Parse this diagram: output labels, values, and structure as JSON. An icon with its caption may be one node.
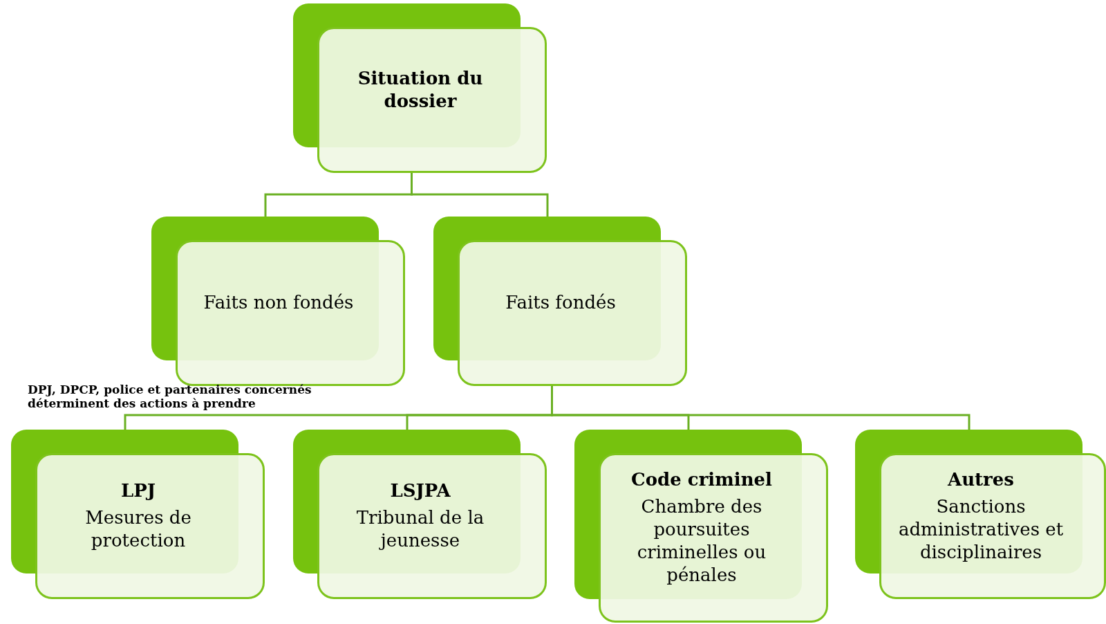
{
  "diagram": {
    "nodes": [
      {
        "text": [
          "Situation du dossier"
        ]
      },
      {
        "text": [
          "Faits non fondés"
        ]
      },
      {
        "text": [
          "Faits fondés"
        ]
      },
      {
        "text": [
          "LPJ",
          "Mesures de protection"
        ]
      },
      {
        "text": [
          "LSJPA",
          "Tribunal de la jeunesse"
        ]
      },
      {
        "text": [
          "Code criminel",
          "Chambre des poursuites criminelles ou pénales"
        ]
      },
      {
        "text": [
          "Autres",
          "Sanctions administratives et disciplinaires"
        ]
      }
    ],
    "edges": [
      {
        "from": 0,
        "to": 1,
        "arrow": "none"
      },
      {
        "from": 0,
        "to": 2,
        "arrow": "none"
      },
      {
        "from": 2,
        "to": 3,
        "arrow": "none"
      },
      {
        "from": 2,
        "to": 4,
        "arrow": "none"
      },
      {
        "from": 2,
        "to": 5,
        "arrow": "none"
      },
      {
        "from": 2,
        "to": 6,
        "arrow": "none"
      }
    ],
    "labels": [
      "DPJ, DPCP, police et partenaires concernés déterminent des actions à prendre"
    ]
  }
}
